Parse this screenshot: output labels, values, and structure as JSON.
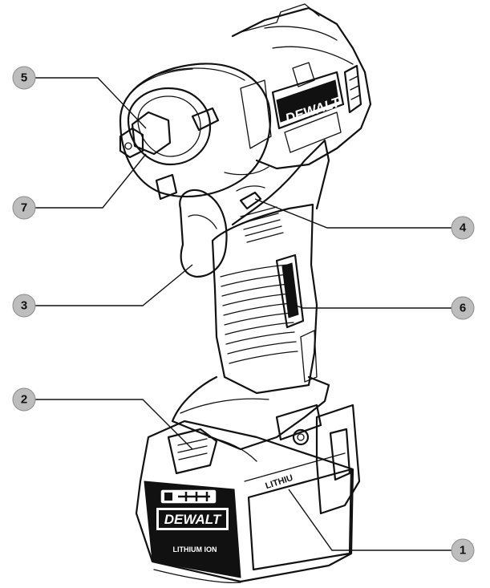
{
  "diagram": {
    "product": "DEWALT impact wrench",
    "branding": {
      "tool_logo": "DEWALT",
      "battery_logo": "DEWALT",
      "battery_subtext": "LITHIUM ION",
      "battery_side_text": "LITHIU"
    },
    "callouts": [
      {
        "id": "1",
        "label": "1"
      },
      {
        "id": "2",
        "label": "2"
      },
      {
        "id": "3",
        "label": "3"
      },
      {
        "id": "4",
        "label": "4"
      },
      {
        "id": "5",
        "label": "5"
      },
      {
        "id": "6",
        "label": "6"
      },
      {
        "id": "7",
        "label": "7"
      }
    ]
  }
}
